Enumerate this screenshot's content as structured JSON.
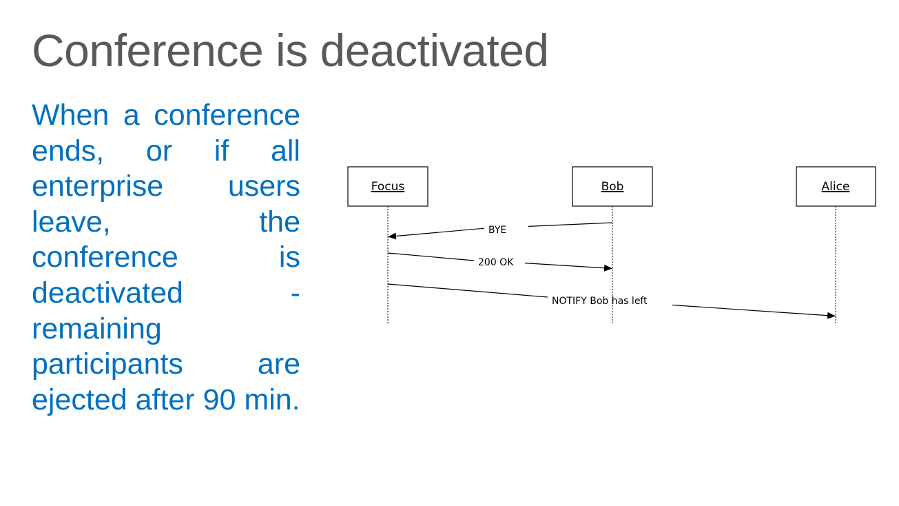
{
  "slide": {
    "title": "Conference is deactivated",
    "body": "When a conference ends, or if all enterprise users leave, the conference is deactivated - remaining participants are ejected after 90 min."
  },
  "colors": {
    "title": "#595959",
    "body": "#0070c0",
    "diagram_stroke": "#000000"
  },
  "diagram": {
    "actors": [
      {
        "id": "focus",
        "label": "Focus"
      },
      {
        "id": "bob",
        "label": "Bob"
      },
      {
        "id": "alice",
        "label": "Alice"
      }
    ],
    "messages": [
      {
        "from": "bob",
        "to": "focus",
        "label": "BYE"
      },
      {
        "from": "focus",
        "to": "bob",
        "label": "200 OK"
      },
      {
        "from": "focus",
        "to": "alice",
        "label": "NOTIFY Bob has left"
      }
    ]
  }
}
